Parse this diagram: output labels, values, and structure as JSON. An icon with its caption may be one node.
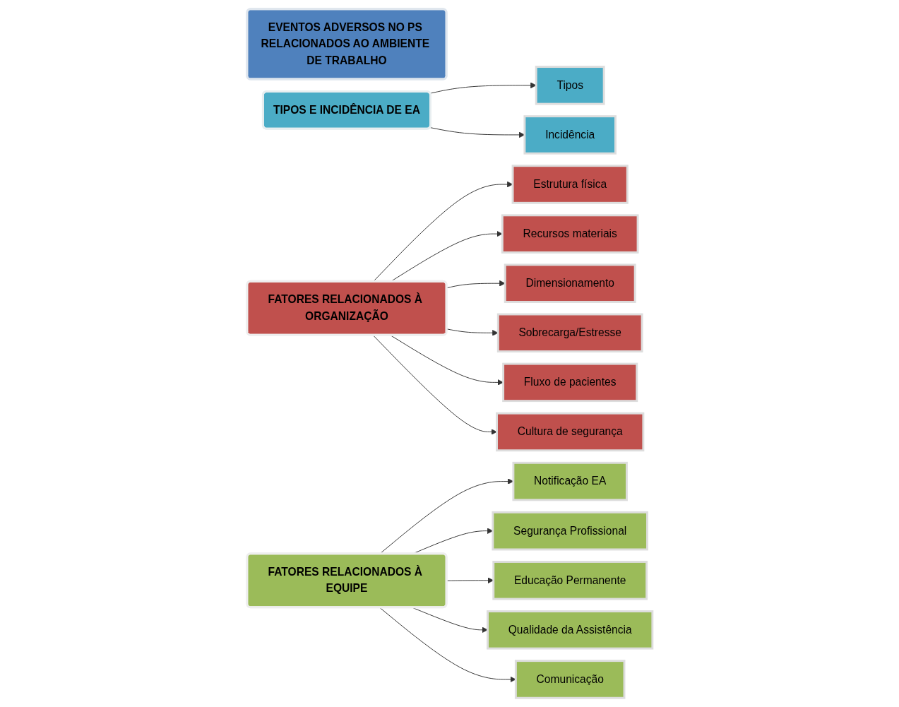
{
  "diagram": {
    "nodes": [
      {
        "text": [
          "EVENTOS ADVERSOS NO PS RELACIONADOS AO AMBIENTE DE TRABALHO"
        ]
      },
      {
        "text": [
          "TIPOS E INCIDÊNCIA DE EA"
        ]
      },
      {
        "text": [
          "Tipos"
        ]
      },
      {
        "text": [
          "Incidência"
        ]
      },
      {
        "text": [
          "FATORES RELACIONADOS À ORGANIZAÇÃO"
        ]
      },
      {
        "text": [
          "Estrutura física"
        ]
      },
      {
        "text": [
          "Recursos materiais"
        ]
      },
      {
        "text": [
          "Dimensionamento"
        ]
      },
      {
        "text": [
          "Sobrecarga/Estresse"
        ]
      },
      {
        "text": [
          "Fluxo de pacientes"
        ]
      },
      {
        "text": [
          "Cultura de segurança"
        ]
      },
      {
        "text": [
          "FATORES RELACIONADOS À EQUIPE"
        ]
      },
      {
        "text": [
          "Notificação EA"
        ]
      },
      {
        "text": [
          "Segurança Profissional"
        ]
      },
      {
        "text": [
          "Educação Permanente"
        ]
      },
      {
        "text": [
          "Qualidade da Assistência"
        ]
      },
      {
        "text": [
          "Comunicação"
        ]
      }
    ],
    "edges": [
      {
        "from": 1,
        "to": 2,
        "arrow": "to"
      },
      {
        "from": 1,
        "to": 3,
        "arrow": "to"
      },
      {
        "from": 4,
        "to": 5,
        "arrow": "to"
      },
      {
        "from": 4,
        "to": 6,
        "arrow": "to"
      },
      {
        "from": 4,
        "to": 7,
        "arrow": "to"
      },
      {
        "from": 4,
        "to": 8,
        "arrow": "to"
      },
      {
        "from": 4,
        "to": 9,
        "arrow": "to"
      },
      {
        "from": 4,
        "to": 10,
        "arrow": "to"
      },
      {
        "from": 11,
        "to": 12,
        "arrow": "to"
      },
      {
        "from": 11,
        "to": 13,
        "arrow": "to"
      },
      {
        "from": 11,
        "to": 14,
        "arrow": "to"
      },
      {
        "from": 11,
        "to": 15,
        "arrow": "to"
      },
      {
        "from": 11,
        "to": 16,
        "arrow": "to"
      }
    ]
  }
}
